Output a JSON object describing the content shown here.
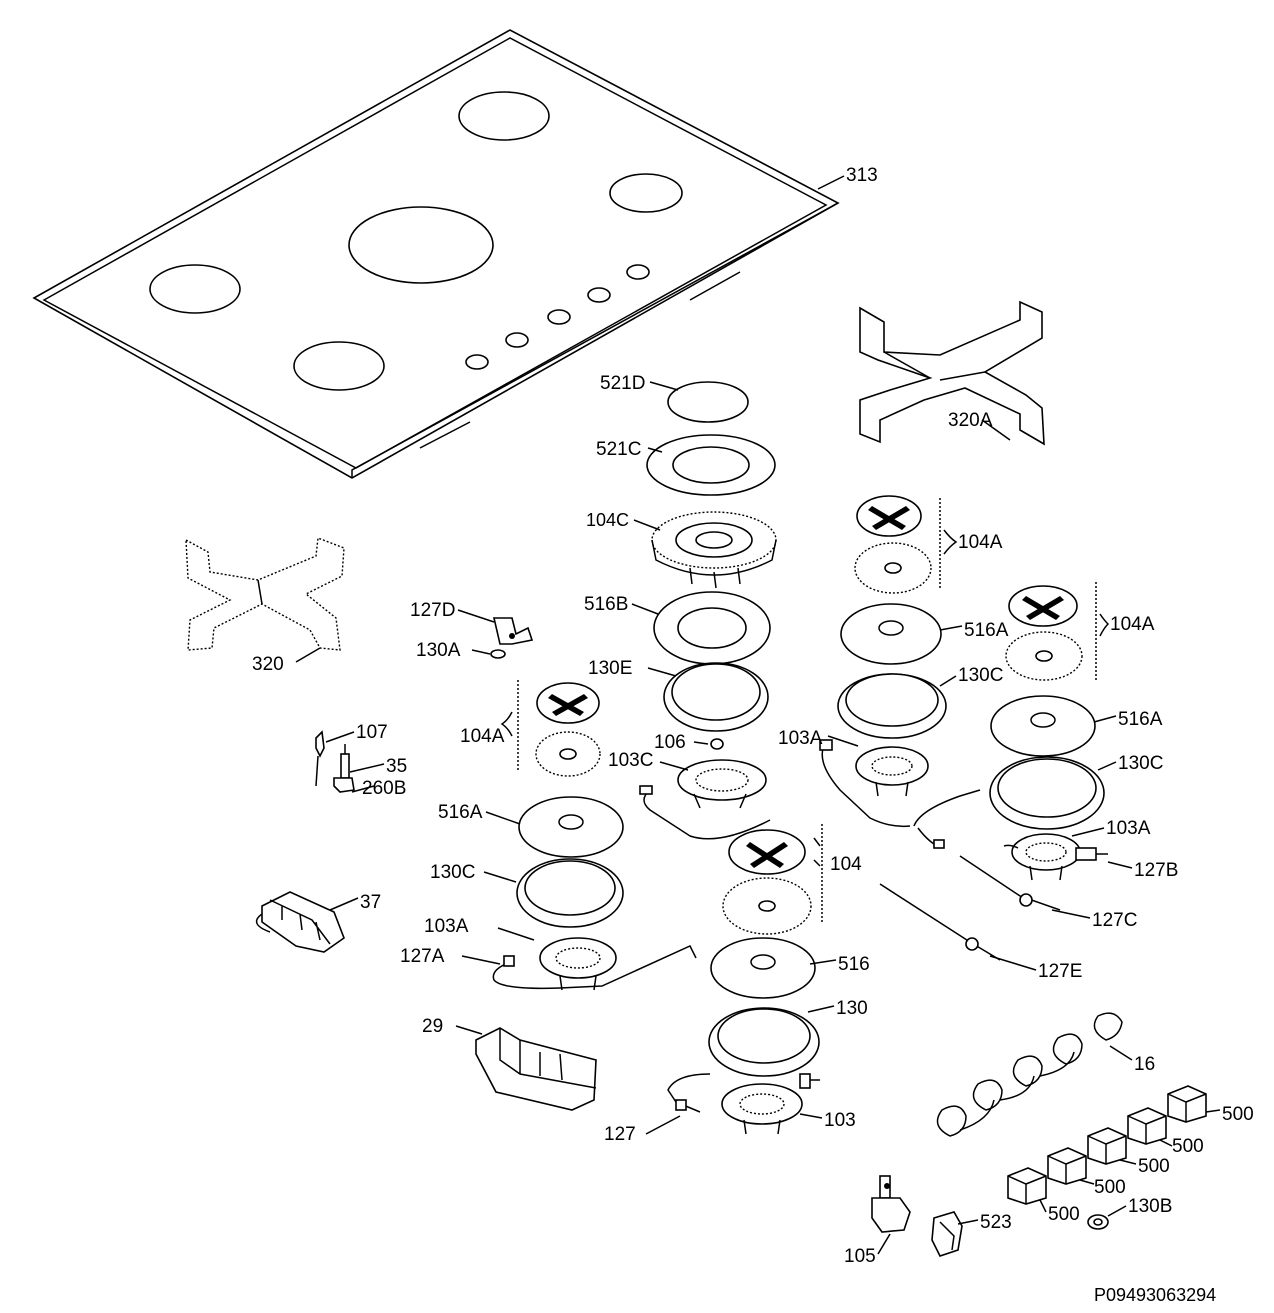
{
  "diagram": {
    "code": "P09493063294",
    "labels": {
      "l313": "313",
      "l320A": "320A",
      "l320": "320",
      "l521D": "521D",
      "l521C": "521C",
      "l104C": "104C",
      "l516B": "516B",
      "l130E": "130E",
      "l106": "106",
      "l103C": "103C",
      "l104A_1": "104A",
      "l104A_2": "104A",
      "l104A_3": "104A",
      "l516A_1": "516A",
      "l516A_2": "516A",
      "l516A_3": "516A",
      "l130C_1": "130C",
      "l130C_2": "130C",
      "l130C_3": "130C",
      "l103A_1": "103A",
      "l103A_2": "103A",
      "l103A_3": "103A",
      "l127D": "127D",
      "l130A": "130A",
      "l107": "107",
      "l35": "35",
      "l260B": "260B",
      "l37": "37",
      "l127A": "127A",
      "l29": "29",
      "l104": "104",
      "l516": "516",
      "l130": "130",
      "l103": "103",
      "l127": "127",
      "l127B": "127B",
      "l127C": "127C",
      "l127E": "127E",
      "l16": "16",
      "l500_1": "500",
      "l500_2": "500",
      "l500_3": "500",
      "l500_4": "500",
      "l500_5": "500",
      "l130B": "130B",
      "l523": "523",
      "l105": "105"
    }
  }
}
